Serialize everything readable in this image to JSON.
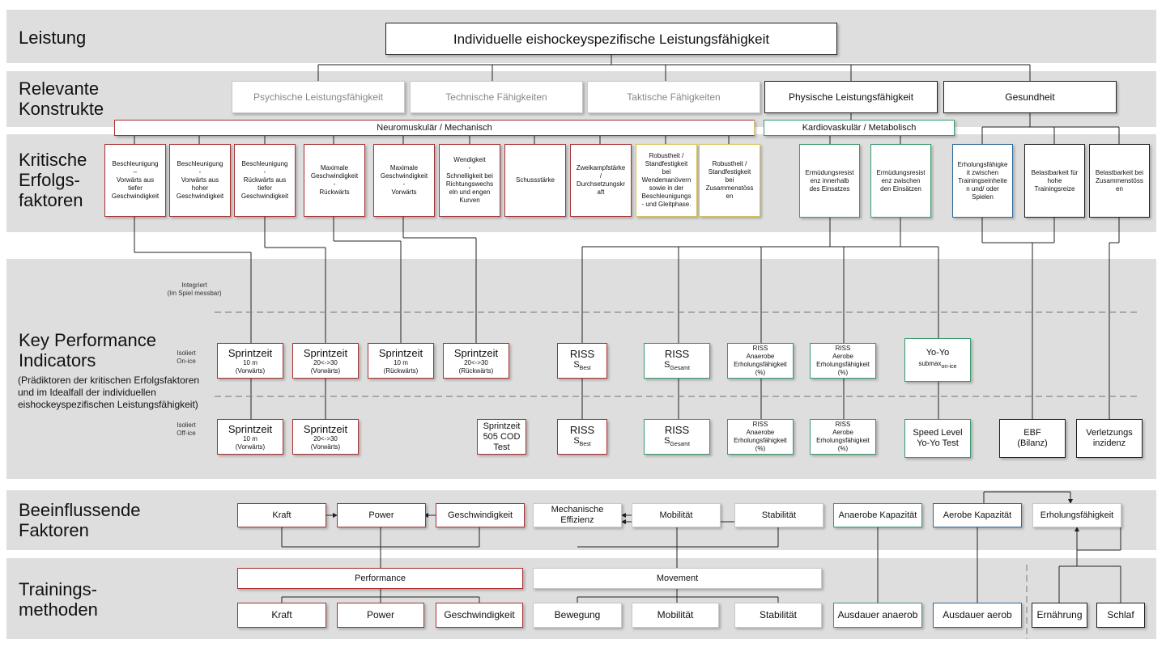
{
  "rows": {
    "leistung": "Leistung",
    "konstrukte": "Relevante\nKonstrukte",
    "erfolgsfaktoren": "Kritische\nErfolgs-\nfaktoren",
    "kpi": "Key Performance\nIndicators",
    "kpi_sub": "(Prädiktoren der kritischen Erfolgsfaktoren\n und im Idealfall der individuellen\neishockeyspezifischen Leistungsfähigkeit)",
    "beeinflussend": "Beeinflussende\nFaktoren",
    "training": "Trainings-\nmethoden"
  },
  "levels": {
    "integriert": "Integriert\n(Im Spiel messbar)",
    "onice": "Isoliert\nOn-ice",
    "office": "Isoliert\nOff-ice"
  },
  "top": "Individuelle eishockeyspezifische Leistungsfähigkeit",
  "constructs": [
    "Psychische Leistungsfähigkeit",
    "Technische Fähigkeiten",
    "Taktische Fähigkeiten",
    "Physische Leistungsfähigkeit",
    "Gesundheit"
  ],
  "groups": [
    "Neuromuskulär / Mechanisch",
    "Kardiovaskulär / Metabolisch"
  ],
  "factors": [
    "Beschleunigung\n–\nVorwärts aus\ntiefer\nGeschwindigkeit",
    "Beschleunigung\n-\nVorwärts aus\nhoher\nGeschwindigkeit",
    "Beschleunigung\n-\nRückwärts aus\ntiefer\nGeschwindigkeit",
    "Maximale\nGeschwindigkeit\n-\nRückwärts",
    "Maximale\nGeschwindigkeit\n-\nVorwärts",
    "Wendigkeit\n-\nSchnelligkeit bei\nRichtungswechs\neln und engen\nKurven",
    "Schussstärke",
    "Zweikampfstärke\n/\nDurchsetzungskr\naft",
    "Robustheit /\nStandfestigkeit\nbei\nWendemanövern\nsowie in der\nBeschleunigungs\n- und Gleitphase.",
    "Robustheit /\nStandfestigkeit\nbei\nZusammenstöss\nen",
    "Ermüdungsresist\nenz innerhalb\ndes Einsatzes",
    "Ermüdungsresist\nenz zwischen\nden Einsätzen",
    "Erholungsfähigke\nit zwischen\nTrainingseinheite\nn und/ oder\nSpielen",
    "Belastbarkeit für\nhohe\nTrainingsreize",
    "Belastbarkeit bei\nZusammenstöss\nen"
  ],
  "kpi_onice": [
    {
      "t": "Sprintzeit",
      "d": "10 m\n(Vorwärts)"
    },
    {
      "t": "Sprintzeit",
      "d": "20<->30\n(Vorwärts)"
    },
    {
      "t": "Sprintzeit",
      "d": "10 m\n(Rückwärts)"
    },
    {
      "t": "Sprintzeit",
      "d": "20<->30\n(Rückwärts)"
    },
    {
      "t": "RISS",
      "s": "S",
      "sub": "Best"
    },
    {
      "t": "RISS",
      "s": "S",
      "sub": "Gesamt"
    },
    {
      "d": "RISS\nAnaerobe\nErholungsfähigkeit\n(%)"
    },
    {
      "d": "RISS\nAerobe\nErholungsfähigkeit\n(%)"
    },
    {
      "m": "Yo-Yo",
      "s": "submax",
      "sub": "on-ice"
    }
  ],
  "kpi_office": [
    {
      "t": "Sprintzeit",
      "d": "10 m\n(Vorwärts)"
    },
    {
      "t": "Sprintzeit",
      "d": "20<->30\n(Vorwärts)"
    },
    {
      "m": "Sprintzeit\n505 COD\nTest"
    },
    {
      "t": "RISS",
      "s": "S",
      "sub": "Best"
    },
    {
      "t": "RISS",
      "s": "S",
      "sub": "Gesamt"
    },
    {
      "d": "RISS\nAnaerobe\nErholungsfähigkeit\n(%)"
    },
    {
      "d": "RISS\nAerobe\nErholungsfähigkeit\n(%)"
    },
    {
      "m": "Speed Level\nYo-Yo Test"
    },
    {
      "m": "EBF\n(Bilanz)"
    },
    {
      "m": "Verletzungs\ninzidenz"
    }
  ],
  "influencing": [
    "Kraft",
    "Power",
    "Geschwindigkeit",
    "Mechanische\nEffizienz",
    "Mobilität",
    "Stabilität",
    "Anaerobe Kapazität",
    "Aerobe Kapazität",
    "Erholungsfähigkeit"
  ],
  "training_groups": [
    "Performance",
    "Movement"
  ],
  "training": [
    "Kraft",
    "Power",
    "Geschwindigkeit",
    "Bewegung",
    "Mobilität",
    "Stabilität",
    "Ausdauer anaerob",
    "Ausdauer aerob",
    "Ernährung",
    "Schlaf"
  ]
}
